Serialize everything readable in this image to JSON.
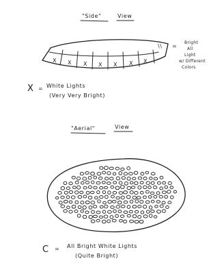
{
  "side_view": {
    "title_word": "\"Side\"",
    "title_view": "View",
    "segment_marker": "X",
    "end_marker": "\\\\",
    "right_annotation": {
      "equals": "=",
      "lines": [
        "Bright",
        "All",
        "Light",
        "w/ Different",
        "Colors"
      ]
    }
  },
  "x_legend": {
    "symbol": "X",
    "equals": "=",
    "line1": "White Lights",
    "line2": "(Very Very Bright)"
  },
  "aerial_view": {
    "title_word": "\"Aerial\"",
    "title_view": "View",
    "dot_marker": "o"
  },
  "c_legend": {
    "symbol": "C",
    "equals": "=",
    "line1": "All Bright White Lights",
    "line2": "(Quite Bright)"
  },
  "colors": {
    "ink": "#1e1e1e",
    "paper": "#ffffff"
  }
}
